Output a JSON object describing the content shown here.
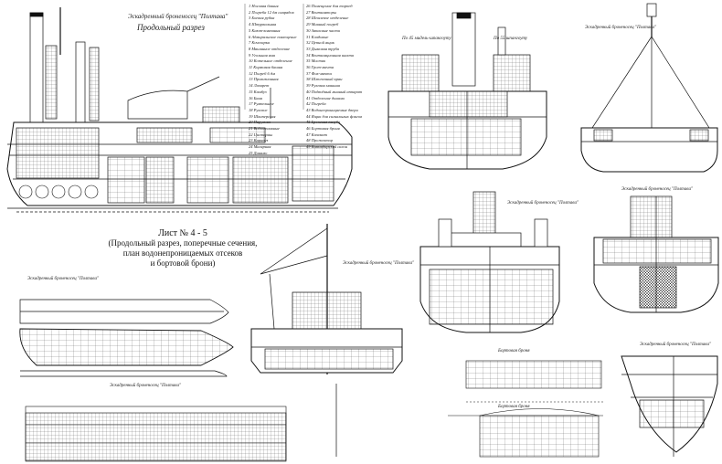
{
  "sheet_caption": {
    "line1": "Лист № 4 - 5",
    "line2": "(Продольный разрез, поперечные сечения,",
    "line3": "план водонепроницаемых отсеков",
    "line4": "и бортовой брони)"
  },
  "title_block": {
    "line1": "Эскадренный броненосец \"Полтава\"",
    "line2": "Продольный разрез"
  },
  "section_labels": {
    "frame_a": "По 45 мидель-шпангоуту",
    "frame_b": "По 55 шпангоуту",
    "bow_section": "Эскадренный броненосец \"Полтава\"",
    "bulkheads_plan": "Эскадренный броненосец \"Полтава\"",
    "mast_section": "Эскадренный броненосец \"Полтава\"",
    "mid_section_a": "Эскадренный броненосец \"Полтава\"",
    "mid_section_b": "Эскадренный броненосец \"Полтава\"",
    "aft_section": "Эскадренный броненосец \"Полтава\"",
    "armor_belt": "Эскадренный броненосец \"Полтава\"",
    "armor_plan_a": "Бортовая броня",
    "armor_plan_b": "Бортовая броня"
  },
  "legend": {
    "col1": [
      "1 Носовая башня",
      "2 Погреба 12 дм снарядов",
      "3 Боевая рубка",
      "4 Штурвальная",
      "5 Кают-компания",
      "6 Адмиральское помещение",
      "7 Кочегарка",
      "8 Машинное отделение",
      "9 Угольная яма",
      "10 Котельное отделение",
      "11 Кормовая башня",
      "12 Погреб 6 дм",
      "13 Провизионная",
      "14 Лазарет",
      "15 Камбуз",
      "16 Баня",
      "17 Румпельное",
      "18 Рулевое",
      "19 Шкиперская",
      "20 Парусная",
      "21 Водоотливные",
      "22 Цистерны",
      "23 Карапуз",
      "24 Малярная",
      "25 Динамо"
    ],
    "col2": [
      "26 Помещение для торпед",
      "27 Вентиляторы",
      "28 Шпилевое отделение",
      "29 Минный погреб",
      "30 Запасные части",
      "31 Кладовые",
      "32 Цепной ящик",
      "33 Дымовая труба",
      "34 Вентиляционная шахта",
      "35 Мостик",
      "36 Грот-мачта",
      "37 Фок-мачта",
      "38 Шлюпочный кран",
      "39 Рулевая машина",
      "40 Подводный минный аппарат",
      "41 Отделение динамо",
      "42 Погреба",
      "43 Водонепроницаемые двери",
      "44 Ящик для сигнальных флагов",
      "45 Броневая палуба",
      "46 Бортовая броня",
      "47 Каземат",
      "48 Прожектор",
      "49 Командирский салон"
    ]
  }
}
